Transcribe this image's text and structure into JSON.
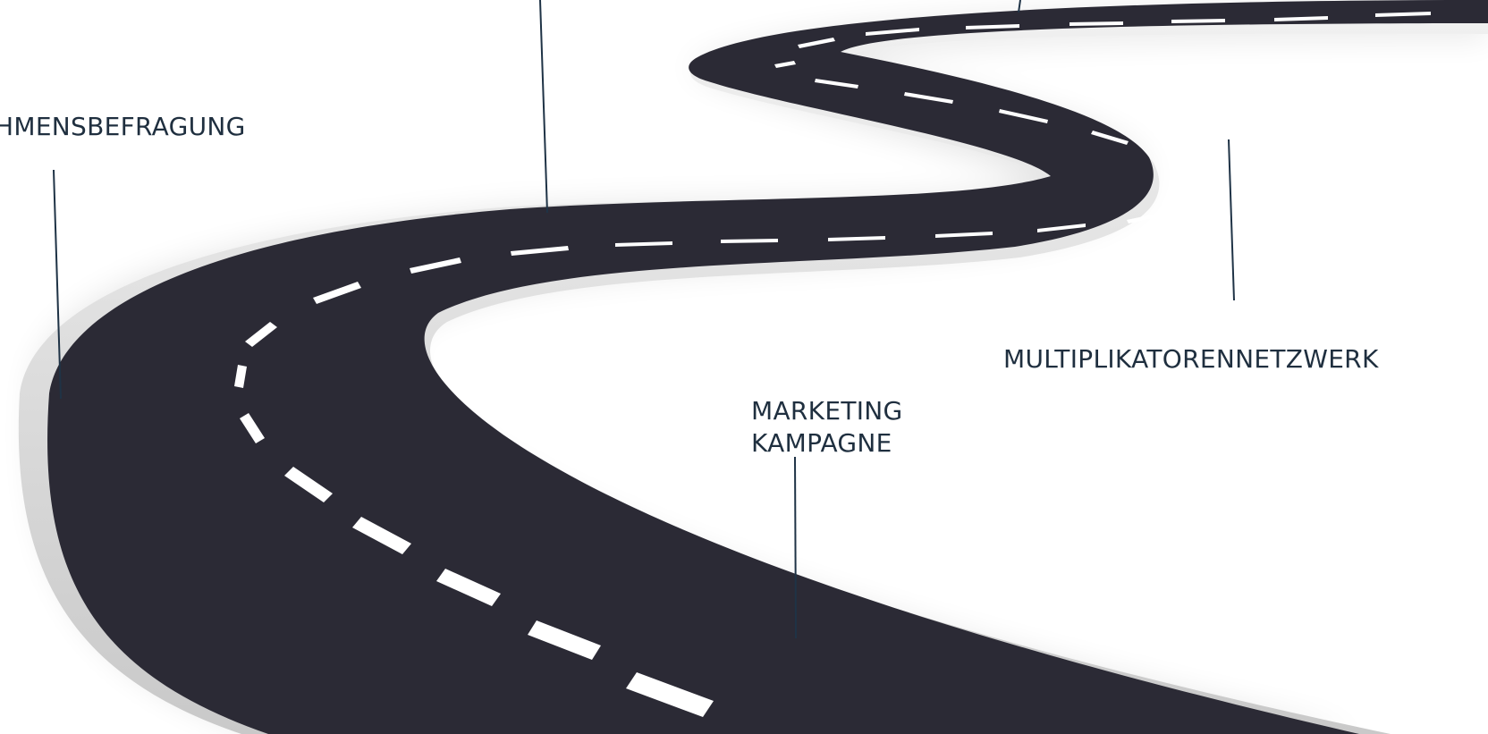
{
  "labels": {
    "befragung": "HMENSBEFRAGUNG",
    "multiplikatoren": "MULTIPLIKATORENNETZWERK",
    "marketing_line1": "MARKETING",
    "marketing_line2": "KAMPAGNE"
  },
  "colors": {
    "road_asphalt": "#2b2a35",
    "road_curb": "#e3e3e3",
    "road_curb_shadow": "#bdbdbd",
    "lane_marking": "#ffffff",
    "text": "#1f2f3f",
    "leader_line": "#1f3346",
    "background": "#ffffff"
  }
}
